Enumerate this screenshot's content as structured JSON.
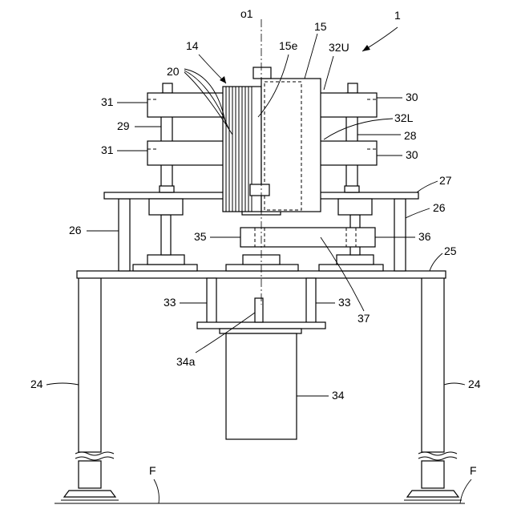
{
  "figure": {
    "axis_label": "o1",
    "floor_label": "F",
    "labels": {
      "assembly": "1",
      "stator": "14",
      "rotor": "15",
      "rotor_end": "15e",
      "coils": "20",
      "upper_plate_left": "31",
      "lower_plate_left": "31",
      "upper_plate_right": "30",
      "lower_plate_right": "30",
      "upper_punch": "32U",
      "lower_punch": "32L",
      "post_left": "29",
      "post_right": "28",
      "table_top": "27",
      "leg_left": "26",
      "leg_right": "26",
      "base_top": "25",
      "belt_left": "35",
      "belt_right": "36",
      "belt_center": "37",
      "bracket_left": "33",
      "bracket_right": "33",
      "motor_shaft": "34a",
      "motor": "34",
      "stand_left": "24",
      "stand_right": "24",
      "floor_left": "F",
      "floor_right": "F"
    }
  }
}
